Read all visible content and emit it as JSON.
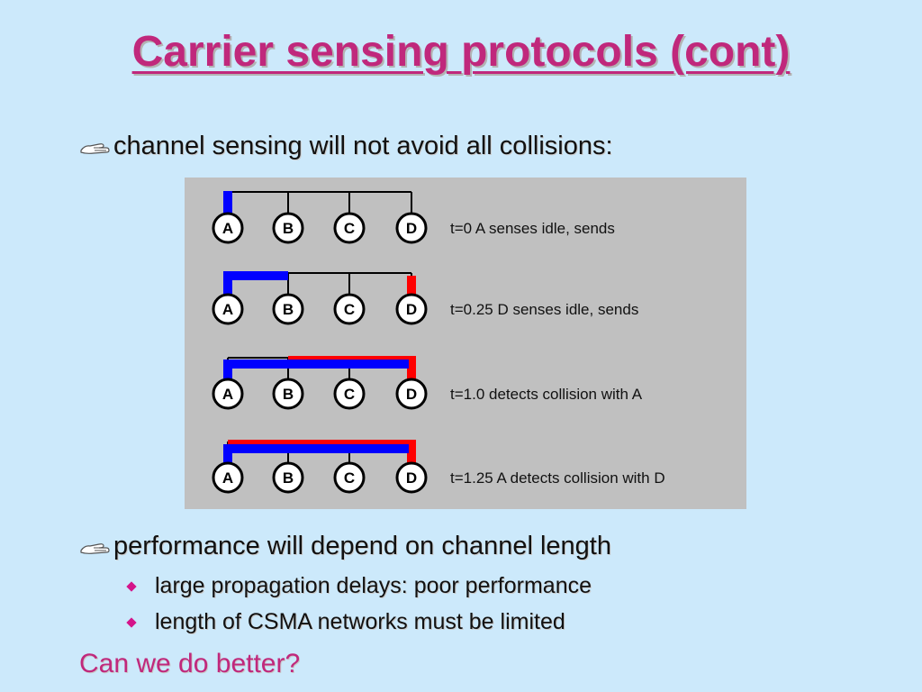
{
  "slide": {
    "title": "Carrier sensing protocols (cont)",
    "bullet1": "channel sensing will not avoid all collisions:",
    "bullet2": "performance will depend on channel length",
    "sub_bullets": [
      "large propagation delays: poor performance",
      "length of CSMA networks must be limited"
    ],
    "question": "Can we do better?"
  },
  "diagram": {
    "nodes": [
      "A",
      "B",
      "C",
      "D"
    ],
    "captions": [
      "t=0 A senses idle, sends",
      "t=0.25 D senses idle, sends",
      "t=1.0  detects collision with A",
      "t=1.25 A detects collision with D"
    ],
    "colors": {
      "signal_a": "#0000ff",
      "signal_d": "#ff0000",
      "background": "#c0c0c0"
    }
  }
}
